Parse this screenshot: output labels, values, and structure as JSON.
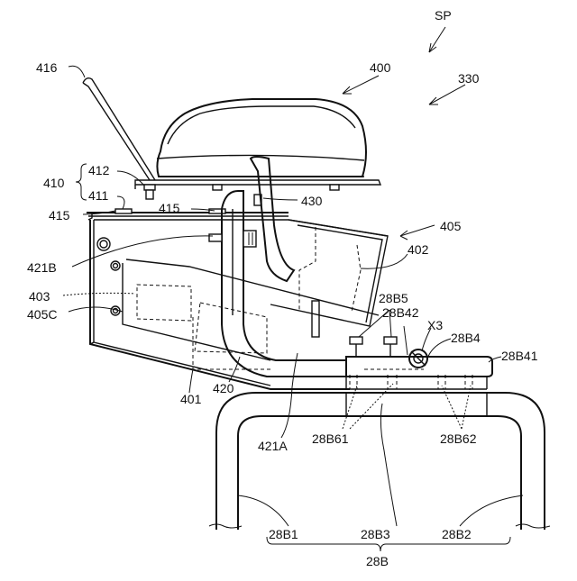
{
  "labels": {
    "sp": "SP",
    "l400": "400",
    "l330": "330",
    "l416": "416",
    "l410": "410",
    "l412": "412",
    "l411": "411",
    "l415a": "415",
    "l415b": "415",
    "l430": "430",
    "l405": "405",
    "l402": "402",
    "l421b": "421B",
    "l403": "403",
    "l405c": "405C",
    "l28b5": "28B5",
    "l28b42": "28B42",
    "lx3": "X3",
    "l28b4": "28B4",
    "l28b41": "28B41",
    "l401": "401",
    "l420": "420",
    "l421a": "421A",
    "l28b61": "28B61",
    "l28b62": "28B62",
    "l28b1": "28B1",
    "l28b3": "28B3",
    "l28b2": "28B2",
    "l28b": "28B"
  }
}
